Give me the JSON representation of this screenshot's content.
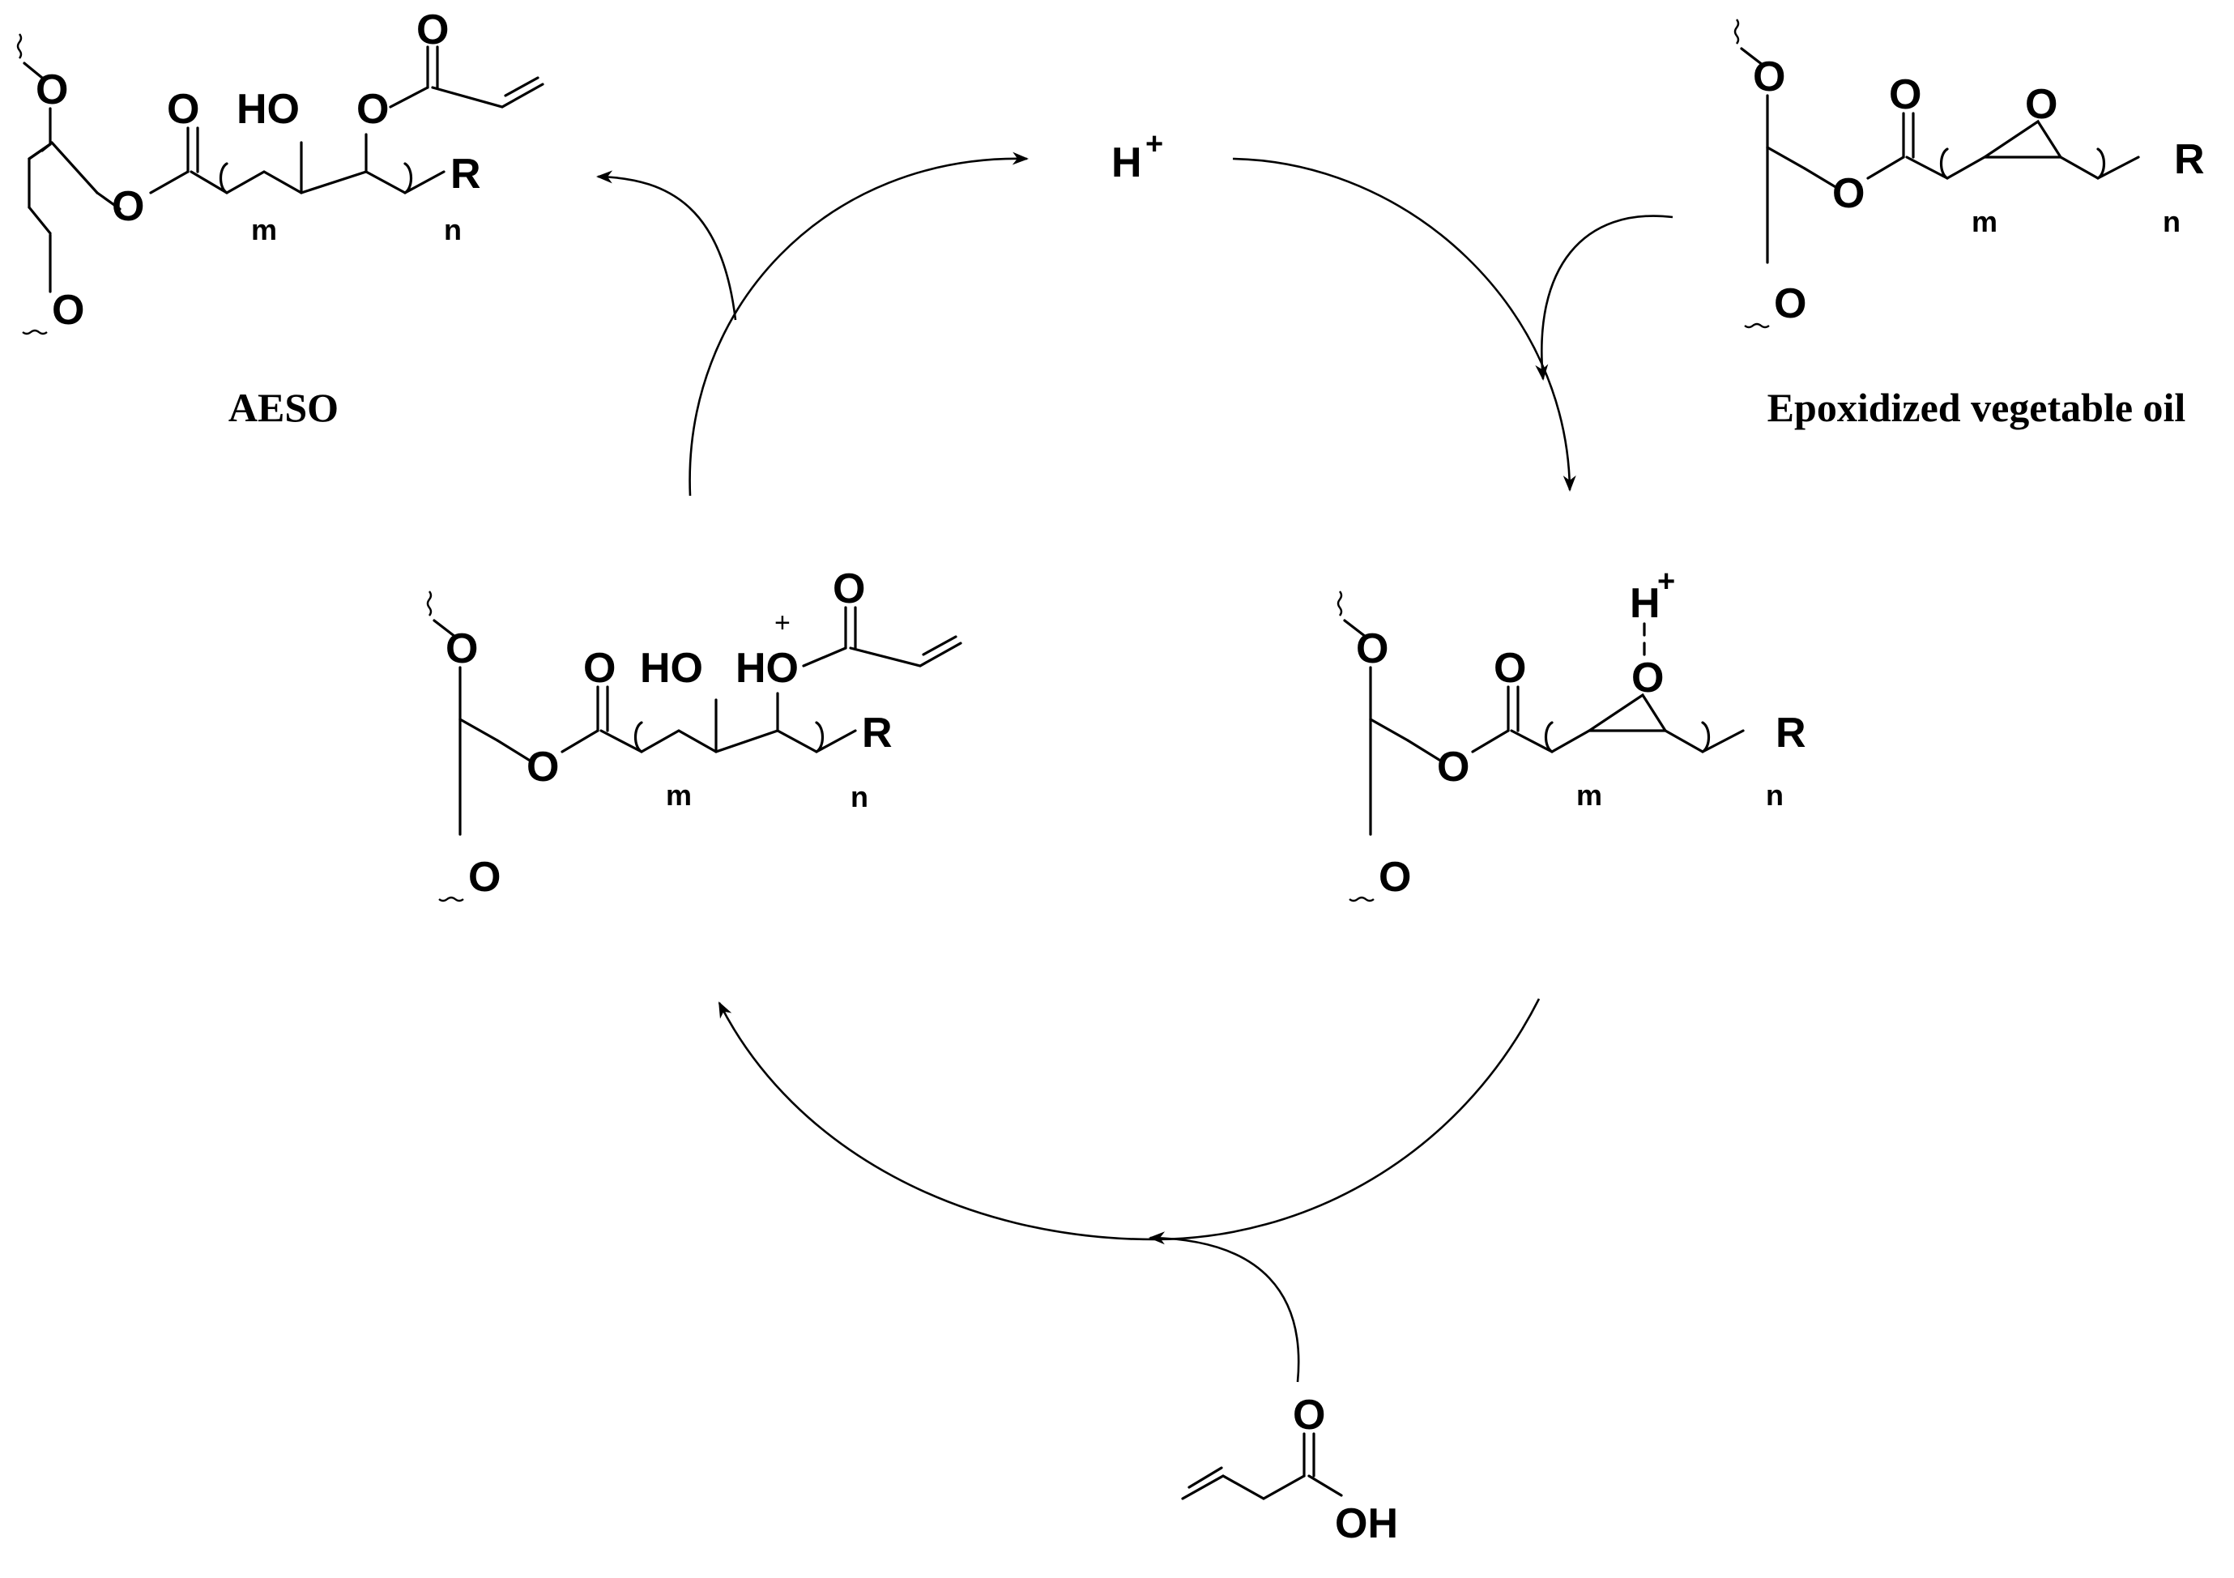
{
  "labels": {
    "aeso": "AESO",
    "epoxidized_oil": "Epoxidized vegetable oil",
    "catalyst": "H",
    "catalyst_charge": "+"
  },
  "atoms": {
    "oxygen": "O",
    "hydroxyl": "HO",
    "hydroxyl_right": "OH",
    "r_group": "R",
    "m_index": "m",
    "n_index": "n",
    "proton": "H",
    "charge": "+"
  }
}
